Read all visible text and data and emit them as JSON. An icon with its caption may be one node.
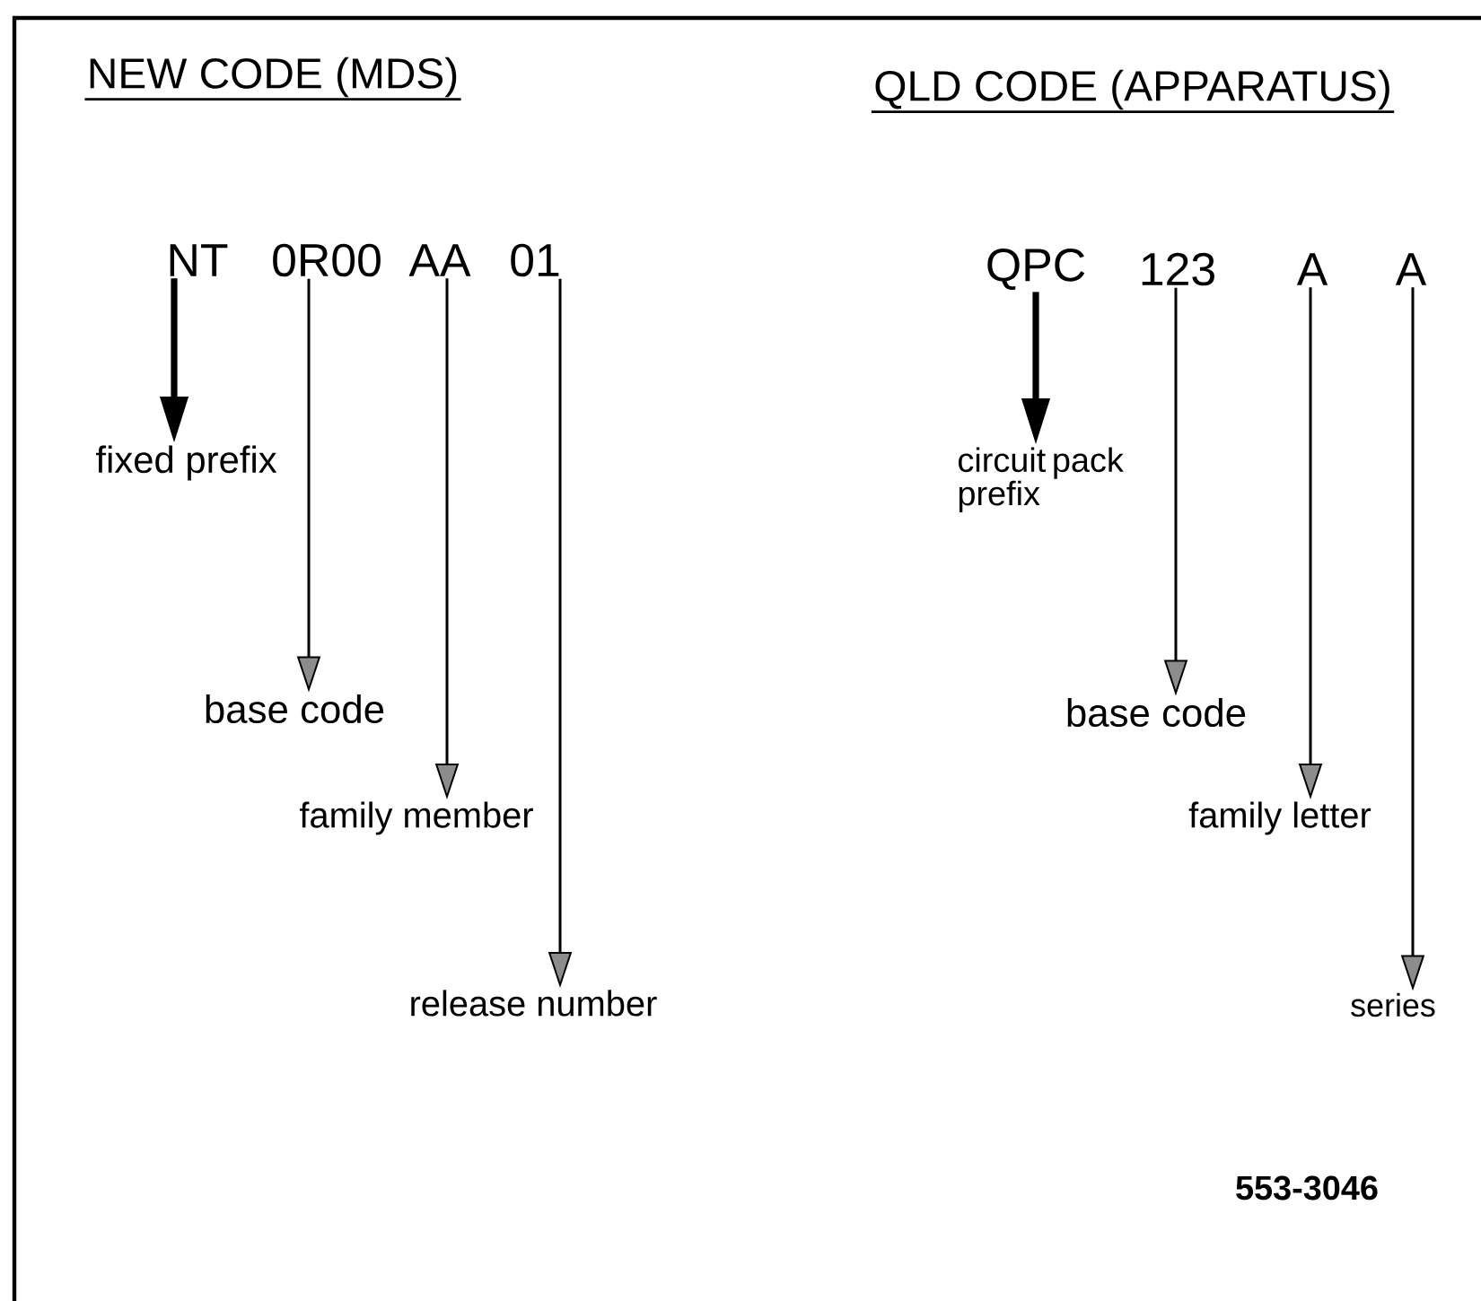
{
  "diagram": {
    "nodes": [
      {
        "text": [
          "NT"
        ]
      },
      {
        "text": [
          "0R00"
        ]
      },
      {
        "text": [
          "AA"
        ]
      },
      {
        "text": [
          "01"
        ]
      },
      {
        "text": [
          "fixed prefix"
        ]
      },
      {
        "text": [
          "base code"
        ]
      },
      {
        "text": [
          "family member"
        ]
      },
      {
        "text": [
          "release number"
        ]
      },
      {
        "text": [
          "QPC"
        ]
      },
      {
        "text": [
          "123"
        ]
      },
      {
        "text": [
          "A"
        ]
      },
      {
        "text": [
          "A"
        ]
      },
      {
        "text": [
          "circuit pack prefix"
        ]
      },
      {
        "text": [
          "base code"
        ]
      },
      {
        "text": [
          "family letter"
        ]
      },
      {
        "text": [
          "series"
        ]
      }
    ],
    "edges": [
      {
        "from": 0,
        "to": 4,
        "arrow": "to",
        "style": "thick"
      },
      {
        "from": 1,
        "to": 5,
        "arrow": "to"
      },
      {
        "from": 2,
        "to": 6,
        "arrow": "to"
      },
      {
        "from": 3,
        "to": 7,
        "arrow": "to"
      },
      {
        "from": 8,
        "to": 12,
        "arrow": "to",
        "style": "thick"
      },
      {
        "from": 9,
        "to": 13,
        "arrow": "to"
      },
      {
        "from": 10,
        "to": 14,
        "arrow": "to"
      },
      {
        "from": 11,
        "to": 15,
        "arrow": "to"
      }
    ],
    "labels": [
      "NEW CODE (MDS)",
      "QLD CODE (APPARATUS)",
      "553-3046"
    ]
  }
}
